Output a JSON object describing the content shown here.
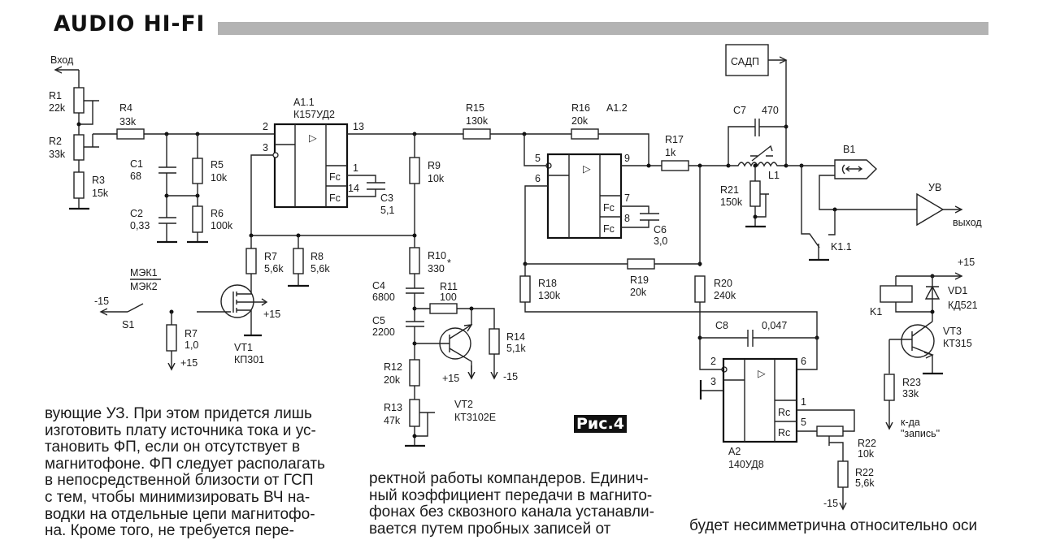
{
  "header": {
    "brand": "AUDIO HI-FI",
    "accent_bar_color": "#b3b3b3"
  },
  "figure_label": "Рис.4",
  "schematic": {
    "input_label": "Вход",
    "output_label": "выход",
    "R1": {
      "ref": "R1",
      "value": "22k"
    },
    "R2": {
      "ref": "R2",
      "value": "33k"
    },
    "R3": {
      "ref": "R3",
      "value": "15k"
    },
    "R4": {
      "ref": "R4",
      "value": "33k"
    },
    "C1": {
      "ref": "C1",
      "value": "68"
    },
    "C2": {
      "ref": "C2",
      "value": "0,33"
    },
    "R5": {
      "ref": "R5",
      "value": "10k"
    },
    "R6": {
      "ref": "R6",
      "value": "100k"
    },
    "A1_1": {
      "ref": "A1.1",
      "part": "К157УД2",
      "pins": {
        "in_inv": "2",
        "in_noninv": "3",
        "out": "13",
        "fc1": "1",
        "fc2": "14"
      },
      "fc_label": "Fc"
    },
    "C3": {
      "ref": "C3",
      "value": "5,1"
    },
    "R9": {
      "ref": "R9",
      "value": "10k"
    },
    "R15": {
      "ref": "R15",
      "value": "130k"
    },
    "R16": {
      "ref": "R16",
      "value": "20k"
    },
    "A1_2": {
      "ref": "A1.2",
      "pins": {
        "in_a": "5",
        "in_b": "6",
        "out": "9",
        "fc1": "7",
        "fc2": "8"
      },
      "fc_label": "Fc"
    },
    "C6": {
      "ref": "C6",
      "value": "3,0"
    },
    "R17": {
      "ref": "R17",
      "value": "1k"
    },
    "C7": {
      "ref": "C7",
      "value": "470"
    },
    "SADP": {
      "label": "САДП"
    },
    "L1": {
      "ref": "L1"
    },
    "R21": {
      "ref": "R21",
      "value": "150k"
    },
    "B1": {
      "ref": "B1"
    },
    "UV": {
      "label": "УВ"
    },
    "K1_1": {
      "ref": "K1.1"
    },
    "R7a": {
      "ref": "R7",
      "value": "5,6k"
    },
    "R8": {
      "ref": "R8",
      "value": "5,6k"
    },
    "S1": {
      "ref": "S1",
      "label_top": "МЭК1",
      "label_bottom": "МЭК2",
      "supply": "-15"
    },
    "R7b": {
      "ref": "R7",
      "value": "1,0",
      "supply": "+15"
    },
    "VT1": {
      "ref": "VT1",
      "part": "КП301",
      "supply": "+15"
    },
    "R10": {
      "ref": "R10",
      "value": "330",
      "mark": "*"
    },
    "C4": {
      "ref": "C4",
      "value": "6800"
    },
    "C5": {
      "ref": "C5",
      "value": "2200"
    },
    "R11": {
      "ref": "R11",
      "value": "100"
    },
    "R14": {
      "ref": "R14",
      "value": "5,1k",
      "supply": "-15"
    },
    "R12": {
      "ref": "R12",
      "value": "20k"
    },
    "R13": {
      "ref": "R13",
      "value": "47k"
    },
    "VT2": {
      "ref": "VT2",
      "part": "КТ3102Е",
      "supply": "+15"
    },
    "R18": {
      "ref": "R18",
      "value": "130k"
    },
    "R19": {
      "ref": "R19",
      "value": "20k"
    },
    "R20": {
      "ref": "R20",
      "value": "240k"
    },
    "C8": {
      "ref": "C8",
      "value": "0,047"
    },
    "A2": {
      "ref": "A2",
      "part": "140УД8",
      "pins": {
        "in_inv": "2",
        "in_noninv": "3",
        "out": "6",
        "rc1": "1",
        "rc2": "5"
      },
      "rc_label": "Rc"
    },
    "R22a": {
      "ref": "R22",
      "value": "10k"
    },
    "R22b": {
      "ref": "R22",
      "value": "5,6k",
      "supply": "-15"
    },
    "K1": {
      "ref": "K1",
      "supply": "+15"
    },
    "VD1": {
      "ref": "VD1",
      "part": "КД521"
    },
    "VT3": {
      "ref": "VT3",
      "part": "КТ315"
    },
    "R23": {
      "ref": "R23",
      "value": "33k",
      "note_line1": "к-да",
      "note_line2": "\"запись\""
    },
    "amp_symbol": "▷"
  },
  "article": {
    "col1": [
      "вующие УЗ. При этом придется лишь",
      "изготовить плату источника тока и ус-",
      "тановить ФП,  если он отсутствует в",
      "магнитофоне. ФП следует располагать",
      "в непосредственной близости от ГСП",
      "с тем, чтобы минимизировать ВЧ на-",
      "водки на отдельные цепи магнитофо-",
      "на. Кроме того, не требуется пере-"
    ],
    "col2": [
      "ректной работы компандеров. Единич-",
      "ный коэффициент передачи в магнито-",
      "фонах без сквозного канала устанавли-",
      "вается путем пробных записей от"
    ],
    "col3": [
      "будет несимметрична относительно оси"
    ]
  }
}
